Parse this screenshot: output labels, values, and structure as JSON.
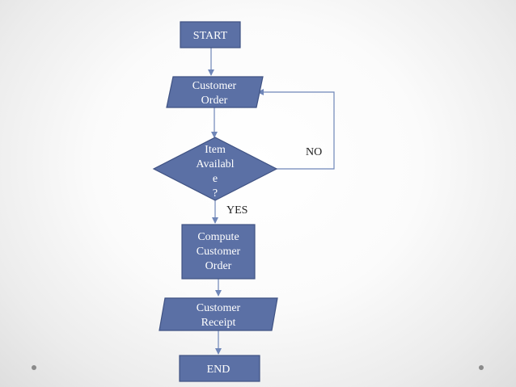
{
  "diagram": {
    "nodes": {
      "start": {
        "label": "START"
      },
      "customer_order": {
        "lines": [
          "Customer",
          "Order"
        ]
      },
      "item_available": {
        "lines": [
          "Item",
          "Availabl",
          "e",
          "?"
        ]
      },
      "compute_order": {
        "lines": [
          "Compute",
          "Customer",
          "Order"
        ]
      },
      "customer_receipt": {
        "lines": [
          "Customer",
          "Receipt"
        ]
      },
      "end": {
        "label": "END"
      }
    },
    "edges": {
      "yes_label": "YES",
      "no_label": "NO"
    }
  },
  "colors": {
    "node_fill": "#5b70a5",
    "node_stroke": "#3f5283",
    "arrow": "#6f86b8",
    "text": "#ffffff"
  }
}
